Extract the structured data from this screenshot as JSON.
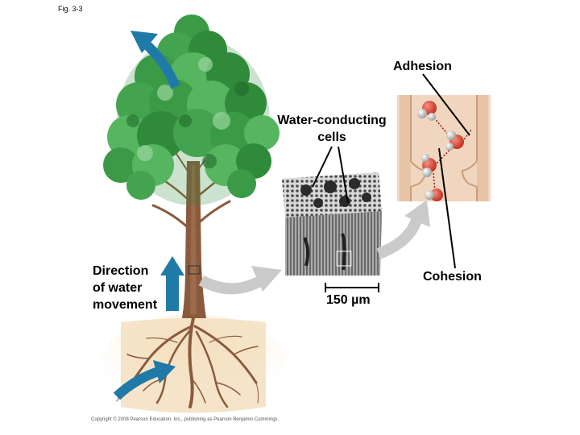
{
  "figure": {
    "fig_label": "Fig. 3-3",
    "copyright": "Copyright © 2008 Pearson Education, Inc., publishing as Pearson Benjamin Cummings."
  },
  "labels": {
    "adhesion": "Adhesion",
    "water_conducting_line1": "Water-conducting",
    "water_conducting_line2": "cells",
    "direction_line1": "Direction",
    "direction_line2": "of water",
    "direction_line3": "movement",
    "cohesion": "Cohesion",
    "scale_bar": "150 µm"
  },
  "colors": {
    "arrow_blue": "#1f7aa8",
    "callout_gray": "#c8c8c8",
    "trunk_brown": "#8a5a3c",
    "soil_tan": "#f0d9b5",
    "foliage_green": "#2f8a3a",
    "xylem_panel": "#f1d6bf",
    "oxygen_red": "#d8382a",
    "hydrogen_gray": "#c8c8c8"
  }
}
